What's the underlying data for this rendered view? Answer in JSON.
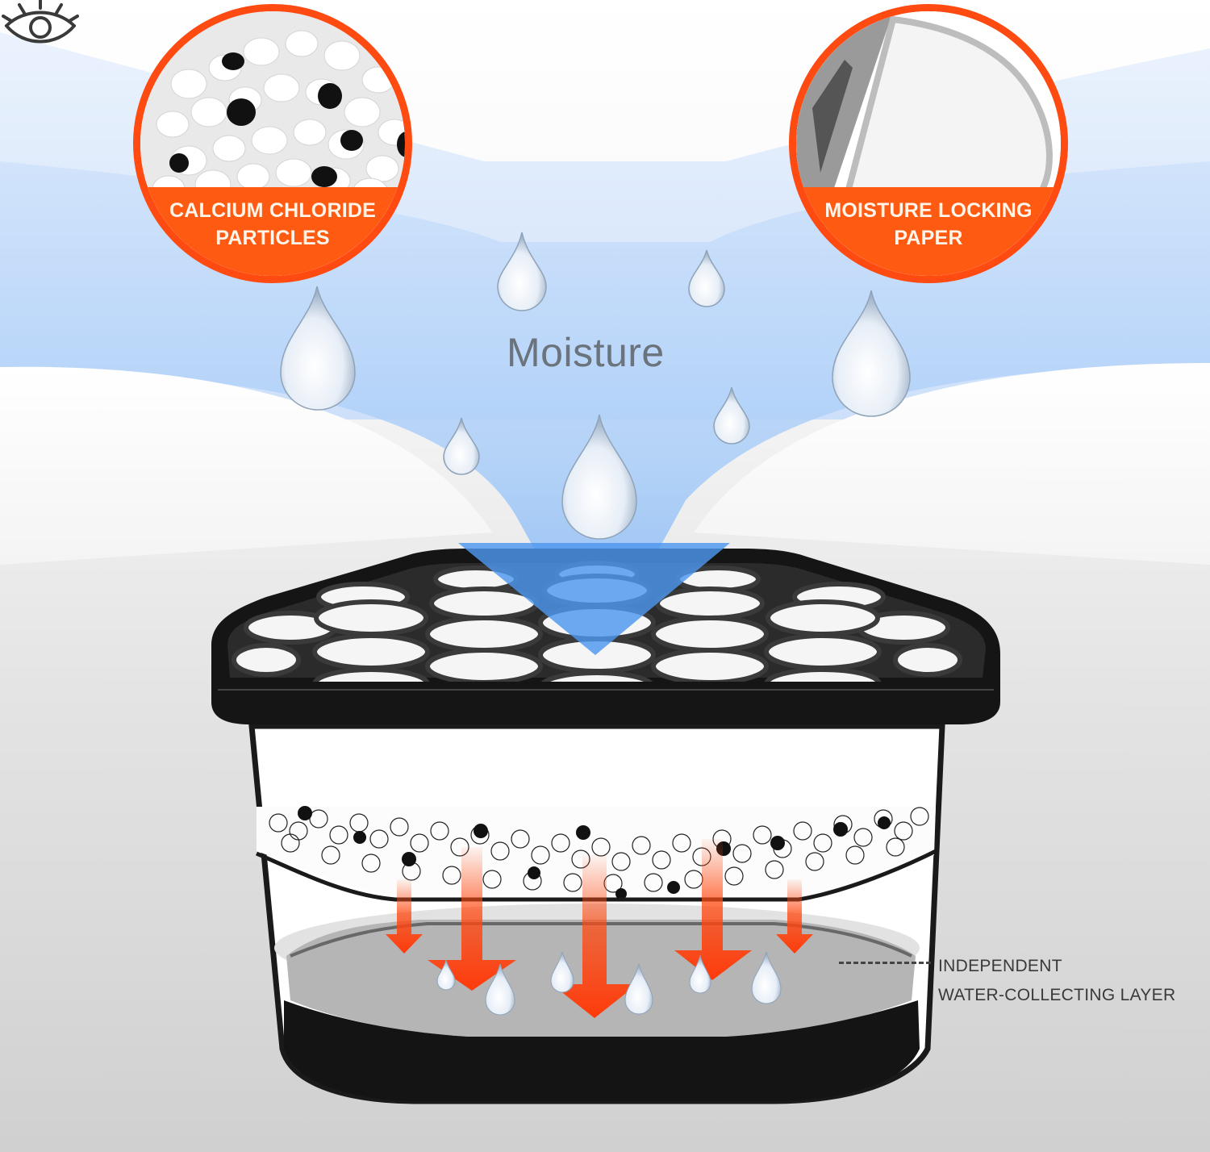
{
  "callouts": [
    {
      "id": "calcium",
      "line1": "CALCIUM CHLORIDE",
      "line2": "PARTICLES"
    },
    {
      "id": "paper",
      "line1": "MOISTURE LOCKING",
      "line2": "PAPER"
    }
  ],
  "flow_label": "Moisture",
  "layer_label": {
    "line1": "INDEPENDENT",
    "line2": "WATER-COLLECTING LAYER"
  },
  "icons": {
    "eye": "eye-icon",
    "droplet": "water-droplet-icon",
    "arrow": "down-arrow-icon"
  },
  "colors": {
    "accent_orange": "#ff4a12",
    "flow_blue": "#5aa0f0",
    "lid_black": "#151515",
    "label_gray": "#6b737c",
    "text_dark": "#3a3a3a"
  }
}
